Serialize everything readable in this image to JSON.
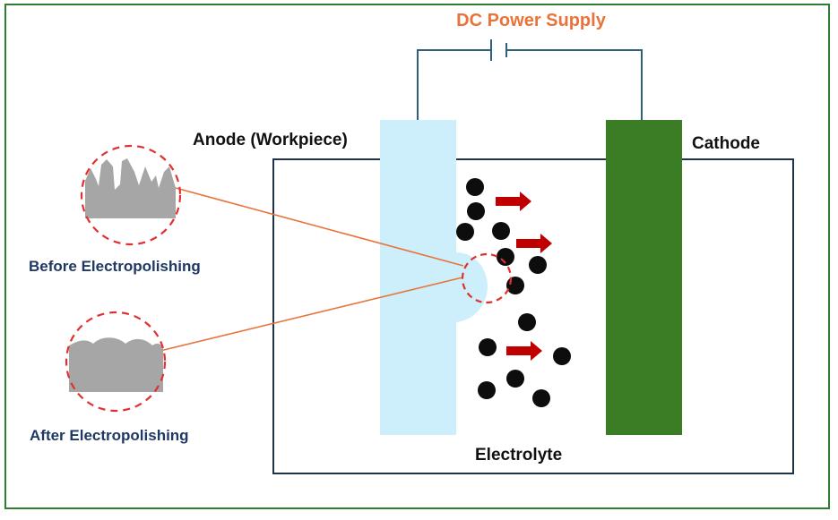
{
  "labels": {
    "power_supply": "DC Power Supply",
    "anode": "Anode (Workpiece)",
    "cathode": "Cathode",
    "electrolyte": "Electrolyte",
    "before": "Before Electropolishing",
    "after": "After Electropolishing"
  },
  "colors": {
    "frame": "#2e7d32",
    "title": "#e8743b",
    "anode": "#cdeefb",
    "cathode": "#3a7d24",
    "wire": "#2f5f79",
    "tank": "#1f3346",
    "ion": "#0d0d0d",
    "arrow": "#c00000",
    "callout_line": "#e8743b",
    "dashed_circle": "#e03030",
    "surface": "#a6a6a6",
    "caption": "#1f3864"
  }
}
